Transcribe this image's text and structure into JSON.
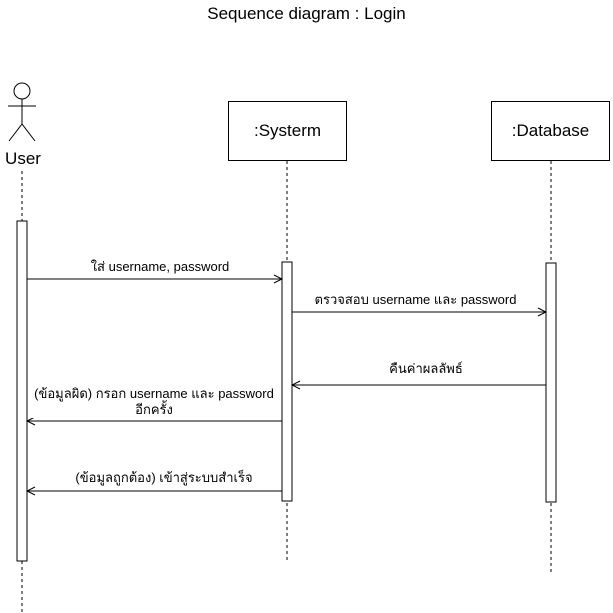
{
  "diagram": {
    "title": "Sequence diagram : Login",
    "actor": {
      "label": "User"
    },
    "lifelines": [
      {
        "label": ":Systerm"
      },
      {
        "label": ":Database"
      }
    ],
    "messages": [
      {
        "label": "ใส่ username, password",
        "type": "sync"
      },
      {
        "label": "ตรวจสอบ username และ password",
        "type": "sync"
      },
      {
        "label": "คืนค่าผลลัพธ์",
        "type": "return"
      },
      {
        "label_line1": "(ข้อมูลผิด) กรอก username และ password",
        "label_line2": "อีกครั้ง",
        "type": "return"
      },
      {
        "label": "(ข้อมูลถูกต้อง) เข้าสู่ระบบสำเร็จ",
        "type": "return"
      }
    ]
  }
}
